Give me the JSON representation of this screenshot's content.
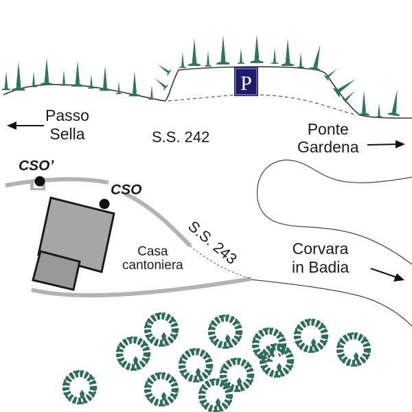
{
  "map": {
    "title": "Passo Gardena site map",
    "colors": {
      "tree_dark": "#2e6e4e",
      "tree_light": "#1f8a55",
      "road_outline": "#333333",
      "road_primary": "#b3b3b3",
      "building_main": "#a6a6a6",
      "building_annex": "#999999",
      "building_border": "#1a1a1a",
      "parking_bg": "#1e1a6e",
      "parking_fg": "#ffffff",
      "sensor_marker": "#111111",
      "text": "#1a1a1a"
    },
    "destinations": [
      {
        "id": "passo-sella",
        "line1": "Passo",
        "line2": "Sella",
        "direction": "west"
      },
      {
        "id": "ponte-gardena",
        "line1": "Ponte",
        "line2": "Gardena",
        "direction": "east"
      },
      {
        "id": "corvara",
        "line1": "Corvara",
        "line2": "in Badia",
        "direction": "south-east"
      }
    ],
    "roads": [
      {
        "id": "ss242",
        "label": "S.S. 242"
      },
      {
        "id": "ss243",
        "label": "S.S. 243"
      }
    ],
    "sensors": [
      {
        "id": "cso-prime",
        "label": "CSO’"
      },
      {
        "id": "cso",
        "label": "CSO"
      }
    ],
    "building": {
      "line1": "Casa",
      "line2": "cantoniera"
    },
    "parking": {
      "symbol": "P",
      "meaning": "parking-icon"
    }
  }
}
